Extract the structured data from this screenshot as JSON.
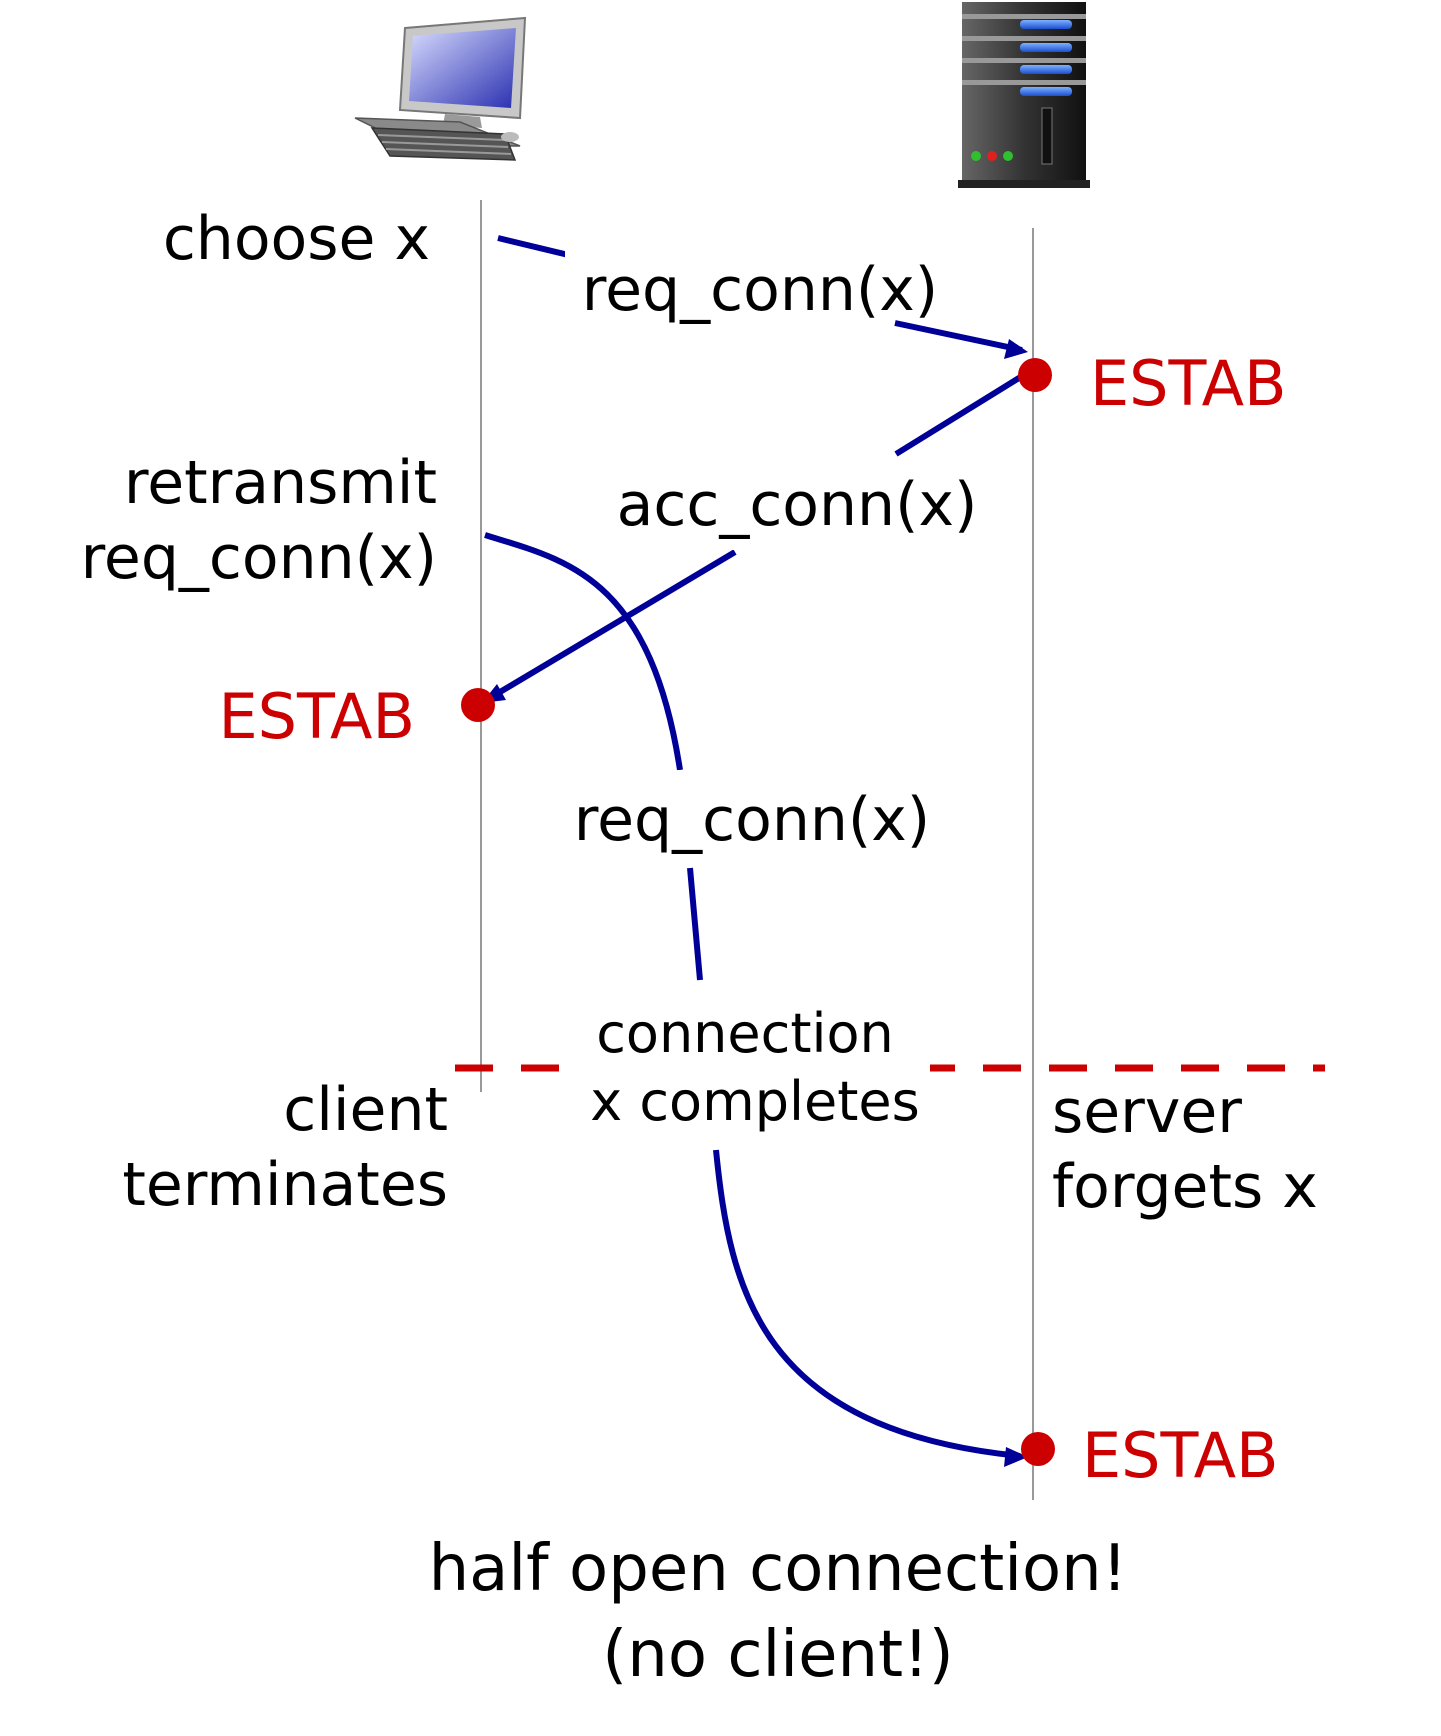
{
  "colors": {
    "arrow": "#000099",
    "dot": "#cc0000",
    "estab": "#cc0000",
    "timeline": "#999999",
    "divider": "#cc0000",
    "text": "#000000"
  },
  "icons": {
    "client": "desktop-computer-icon",
    "server": "server-tower-icon"
  },
  "client_labels": {
    "choose": "choose x",
    "retransmit_line1": "retransmit",
    "retransmit_line2": "req_conn(x)",
    "estab": "ESTAB",
    "terminates_line1": "client",
    "terminates_line2": "terminates"
  },
  "server_labels": {
    "estab_first": "ESTAB",
    "forgets_line1": "server",
    "forgets_line2": "forgets x",
    "estab_second": "ESTAB"
  },
  "messages": {
    "req_conn_first": "req_conn(x)",
    "acc_conn": "acc_conn(x)",
    "req_conn_retransmitted": "req_conn(x)"
  },
  "completion": {
    "line1": "connection",
    "line2": "x completes"
  },
  "footer": {
    "line1": "half open connection!",
    "line2": "(no client!)"
  }
}
